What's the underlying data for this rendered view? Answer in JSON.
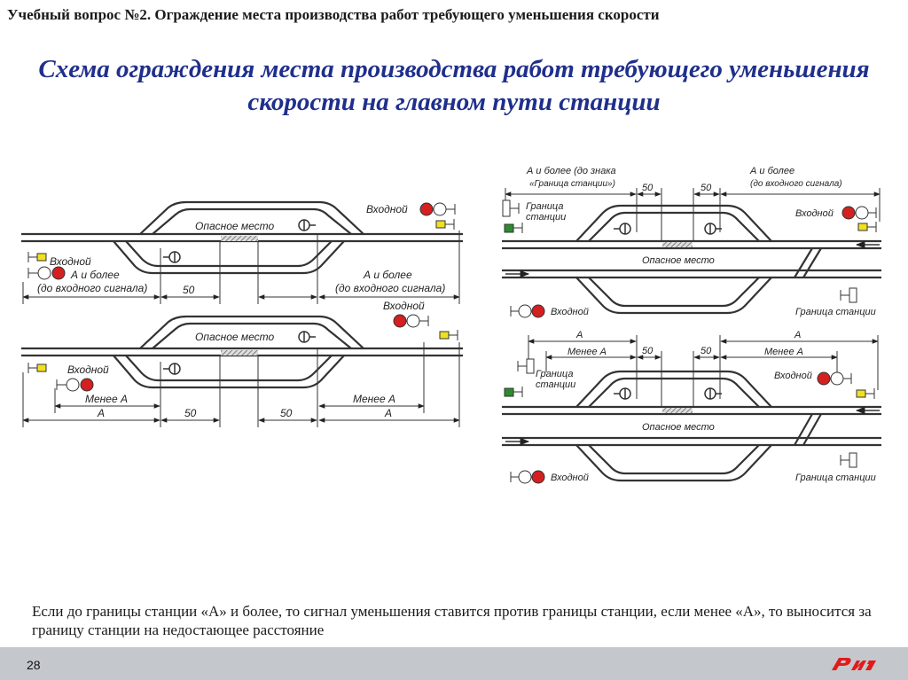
{
  "heading": "Учебный вопрос №2. Ограждение места производства работ требующего уменьшения скорости",
  "title_line1": "Схема ограждения места производства работ требующего уменьшения",
  "title_line2": "скорости на главном пути станции",
  "labels": {
    "danger": "Опасное место",
    "entry": "Входной",
    "a_and_more": "А и более",
    "to_entry_signal": "(до входного сигнала)",
    "less_a": "Менее А",
    "a": "А",
    "fifty": "50",
    "a_and_more_to_sign": "А и более (до знака",
    "station_border_sign": "«Граница станции»)",
    "station_border": "Граница станции",
    "border_word": "Граница",
    "station_word": "станции"
  },
  "caption": "Если до границы станции «А» и более, то сигнал уменьшения ставится  против границы станции, если менее «А», то выносится за границу станции на недостающее расстояние",
  "page_number": "28",
  "logo_text": "РЖД",
  "colors": {
    "title": "#1f2f8c",
    "signal_red": "#d42020",
    "signal_yellow": "#f0e020",
    "signal_green": "#2e8a2e",
    "track": "#333333",
    "footer": "#c4c7cc",
    "logo": "#e21a1a"
  }
}
